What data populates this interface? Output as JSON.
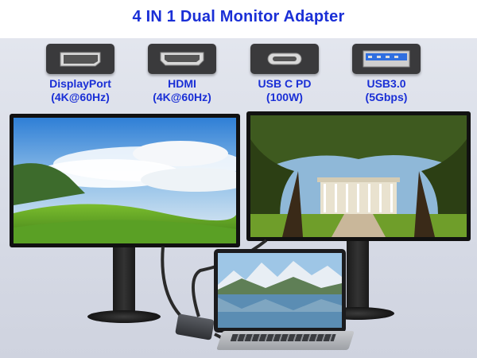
{
  "title": "4 IN 1  Dual Monitor Adapter",
  "ports": [
    {
      "icon": "displayport-port-icon",
      "line1": "DisplayPort",
      "line2": "(4K@60Hz)"
    },
    {
      "icon": "hdmi-port-icon",
      "line1": "HDMI",
      "line2": "(4K@60Hz)"
    },
    {
      "icon": "usb-c-port-icon",
      "line1": "USB C PD",
      "line2": "(100W)"
    },
    {
      "icon": "usb-a-port-icon",
      "line1": "USB3.0",
      "line2": "(5Gbps)"
    }
  ],
  "colors": {
    "accent": "#1a2fd6",
    "usb3_blue": "#2f6fe0"
  }
}
